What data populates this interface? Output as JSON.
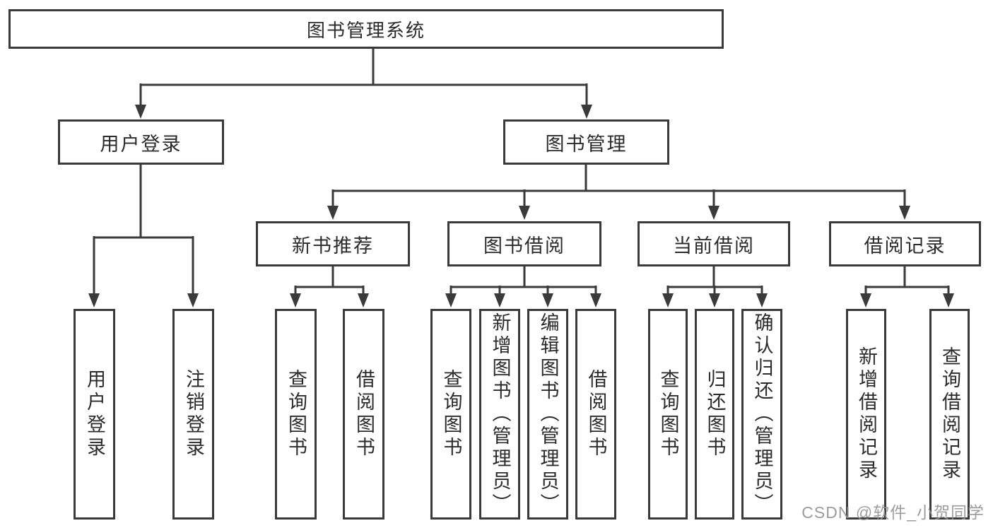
{
  "diagram": {
    "tree": {
      "root": {
        "label": "图书管理系统"
      },
      "level2": [
        {
          "label": "用户登录"
        },
        {
          "label": "图书管理"
        }
      ],
      "level3": [
        {
          "label": "新书推荐"
        },
        {
          "label": "图书借阅"
        },
        {
          "label": "当前借阅"
        },
        {
          "label": "借阅记录"
        }
      ],
      "leaves": [
        {
          "label": "用户登录"
        },
        {
          "label": "注销登录"
        },
        {
          "label": "查询图书"
        },
        {
          "label": "借阅图书"
        },
        {
          "label": "查询图书"
        },
        {
          "label": "新增图书（管理员）"
        },
        {
          "label": "编辑图书（管理员）"
        },
        {
          "label": "借阅图书"
        },
        {
          "label": "查询图书"
        },
        {
          "label": "归还图书"
        },
        {
          "label": "确认归还（管理员）"
        },
        {
          "label": "新增借阅记录"
        },
        {
          "label": "查询借阅记录"
        }
      ]
    },
    "watermark": {
      "text": "CSDN @软件_小贺同学"
    },
    "colors": {
      "line": "#3a3a3a",
      "box_border": "#3a3a3a",
      "box_background": "#ffffff",
      "text": "#2b2b2b",
      "watermark": "#919191"
    }
  }
}
